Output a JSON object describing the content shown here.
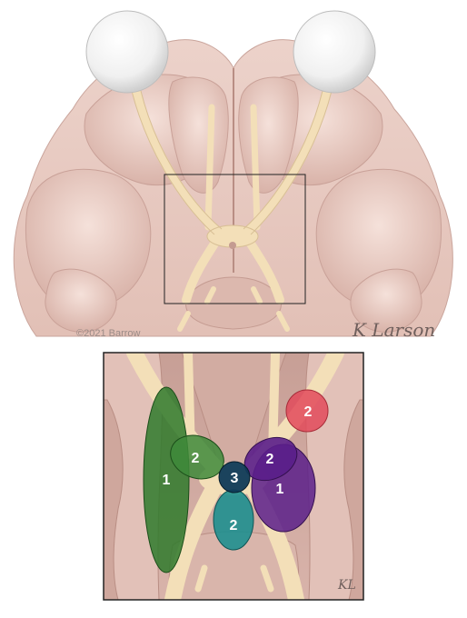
{
  "figure": {
    "credit": "©2021 Barrow",
    "signature": "K Larson",
    "signature_initials": "KL"
  },
  "colors": {
    "background": "#ffffff",
    "brain_base": "#e9cbc2",
    "brain_gyrus": "#f1d9d1",
    "brain_shadow": "#caa59c",
    "nerve": "#f3dfb8",
    "eye": "#f4f4f4",
    "zoom_box": "#222222",
    "region_green": "#2f7a2c",
    "region_green_light": "#3e8a3a",
    "region_navy": "#0f3a57",
    "region_teal": "#1e8f8f",
    "region_purple": "#5a1e8a",
    "region_red": "#e24a5a"
  },
  "inset_regions": [
    {
      "id": "left-lateral-region",
      "label": "1",
      "color": "region_green"
    },
    {
      "id": "left-medial-region",
      "label": "2",
      "color": "region_green_light"
    },
    {
      "id": "central-region",
      "label": "3",
      "color": "region_navy"
    },
    {
      "id": "inferior-central-region",
      "label": "2",
      "color": "region_teal"
    },
    {
      "id": "right-medial-region",
      "label": "2",
      "color": "region_purple"
    },
    {
      "id": "right-lateral-region",
      "label": "1",
      "color": "region_purple"
    },
    {
      "id": "right-nerve-region",
      "label": "2",
      "color": "region_red"
    }
  ]
}
